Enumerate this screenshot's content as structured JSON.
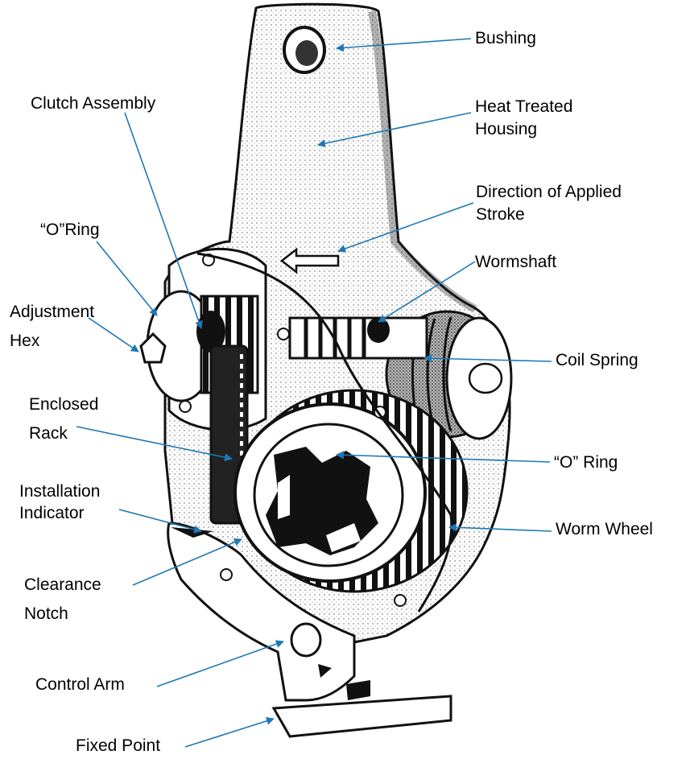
{
  "labels": {
    "bushing": "Bushing",
    "heat_treated_housing": [
      "Heat Treated",
      "Housing"
    ],
    "clutch_assembly": "Clutch Assembly",
    "direction_of_applied_stroke": [
      "Direction of Applied",
      "Stroke"
    ],
    "o_ring_left": "“O”Ring",
    "wormshaft": "Wormshaft",
    "adjustment_hex": [
      "Adjustment",
      "Hex"
    ],
    "coil_spring": "Coil Spring",
    "enclosed_rack": [
      "Enclosed",
      "Rack"
    ],
    "o_ring_right": "“O” Ring",
    "installation_indicator": [
      "Installation",
      "Indicator"
    ],
    "worm_wheel": "Worm Wheel",
    "clearance_notch": [
      "Clearance",
      "Notch"
    ],
    "control_arm": "Control Arm",
    "fixed_point": "Fixed Point"
  },
  "colors": {
    "leader_line": "#1f78b4",
    "ink": "#000000",
    "housing_shade": "#3a3a3a"
  }
}
